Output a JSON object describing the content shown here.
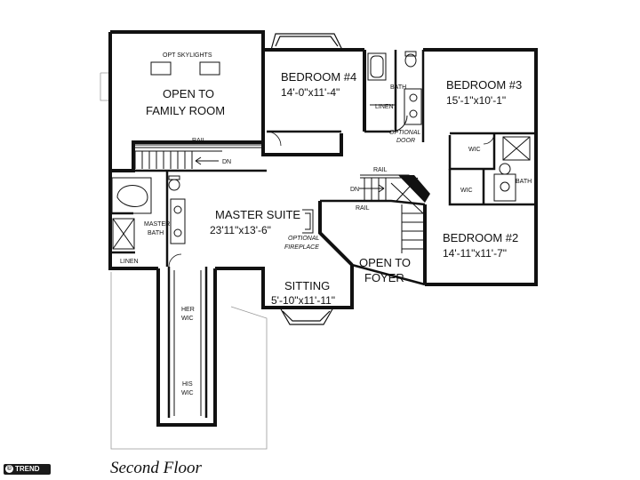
{
  "caption": "Second Floor",
  "watermark": {
    "symbol": "©",
    "text": "TREND"
  },
  "rooms": {
    "bedroom4": {
      "name": "BEDROOM #4",
      "size": "14'-0\"x11'-4\""
    },
    "bedroom3": {
      "name": "BEDROOM #3",
      "size": "15'-1\"x10'-1\""
    },
    "bedroom2": {
      "name": "BEDROOM #2",
      "size": "14'-11\"x11'-7\""
    },
    "master": {
      "name": "MASTER SUITE",
      "size": "23'11\"x13'-6\""
    },
    "sitting": {
      "name": "SITTING",
      "size": "5'-10\"x11'-11\""
    },
    "open_family": {
      "line1": "OPEN TO",
      "line2": "FAMILY ROOM"
    },
    "open_foyer": {
      "line1": "OPEN TO",
      "line2": "FOYER"
    }
  },
  "labels": {
    "skylights": "OPT SKYLIGHTS",
    "rail_top": "RAIL",
    "dn_left": "DN",
    "bath_top": "BATH",
    "linen_top": "LINEN",
    "optional_door_1": "OPTIONAL",
    "optional_door_2": "DOOR",
    "wic_b3": "WIC",
    "wic_b2": "WIC",
    "bath_right": "BATH",
    "rail_stair": "RAIL",
    "dn_stair": "DN",
    "rail_foyer": "RAIL",
    "master_bath_1": "MASTER",
    "master_bath_2": "BATH",
    "optional_fireplace_1": "OPTIONAL",
    "optional_fireplace_2": "FIREPLACE",
    "linen_left": "LINEN",
    "her_wic_1": "HER",
    "her_wic_2": "WIC",
    "his_wic_1": "HIS",
    "his_wic_2": "WIC"
  }
}
